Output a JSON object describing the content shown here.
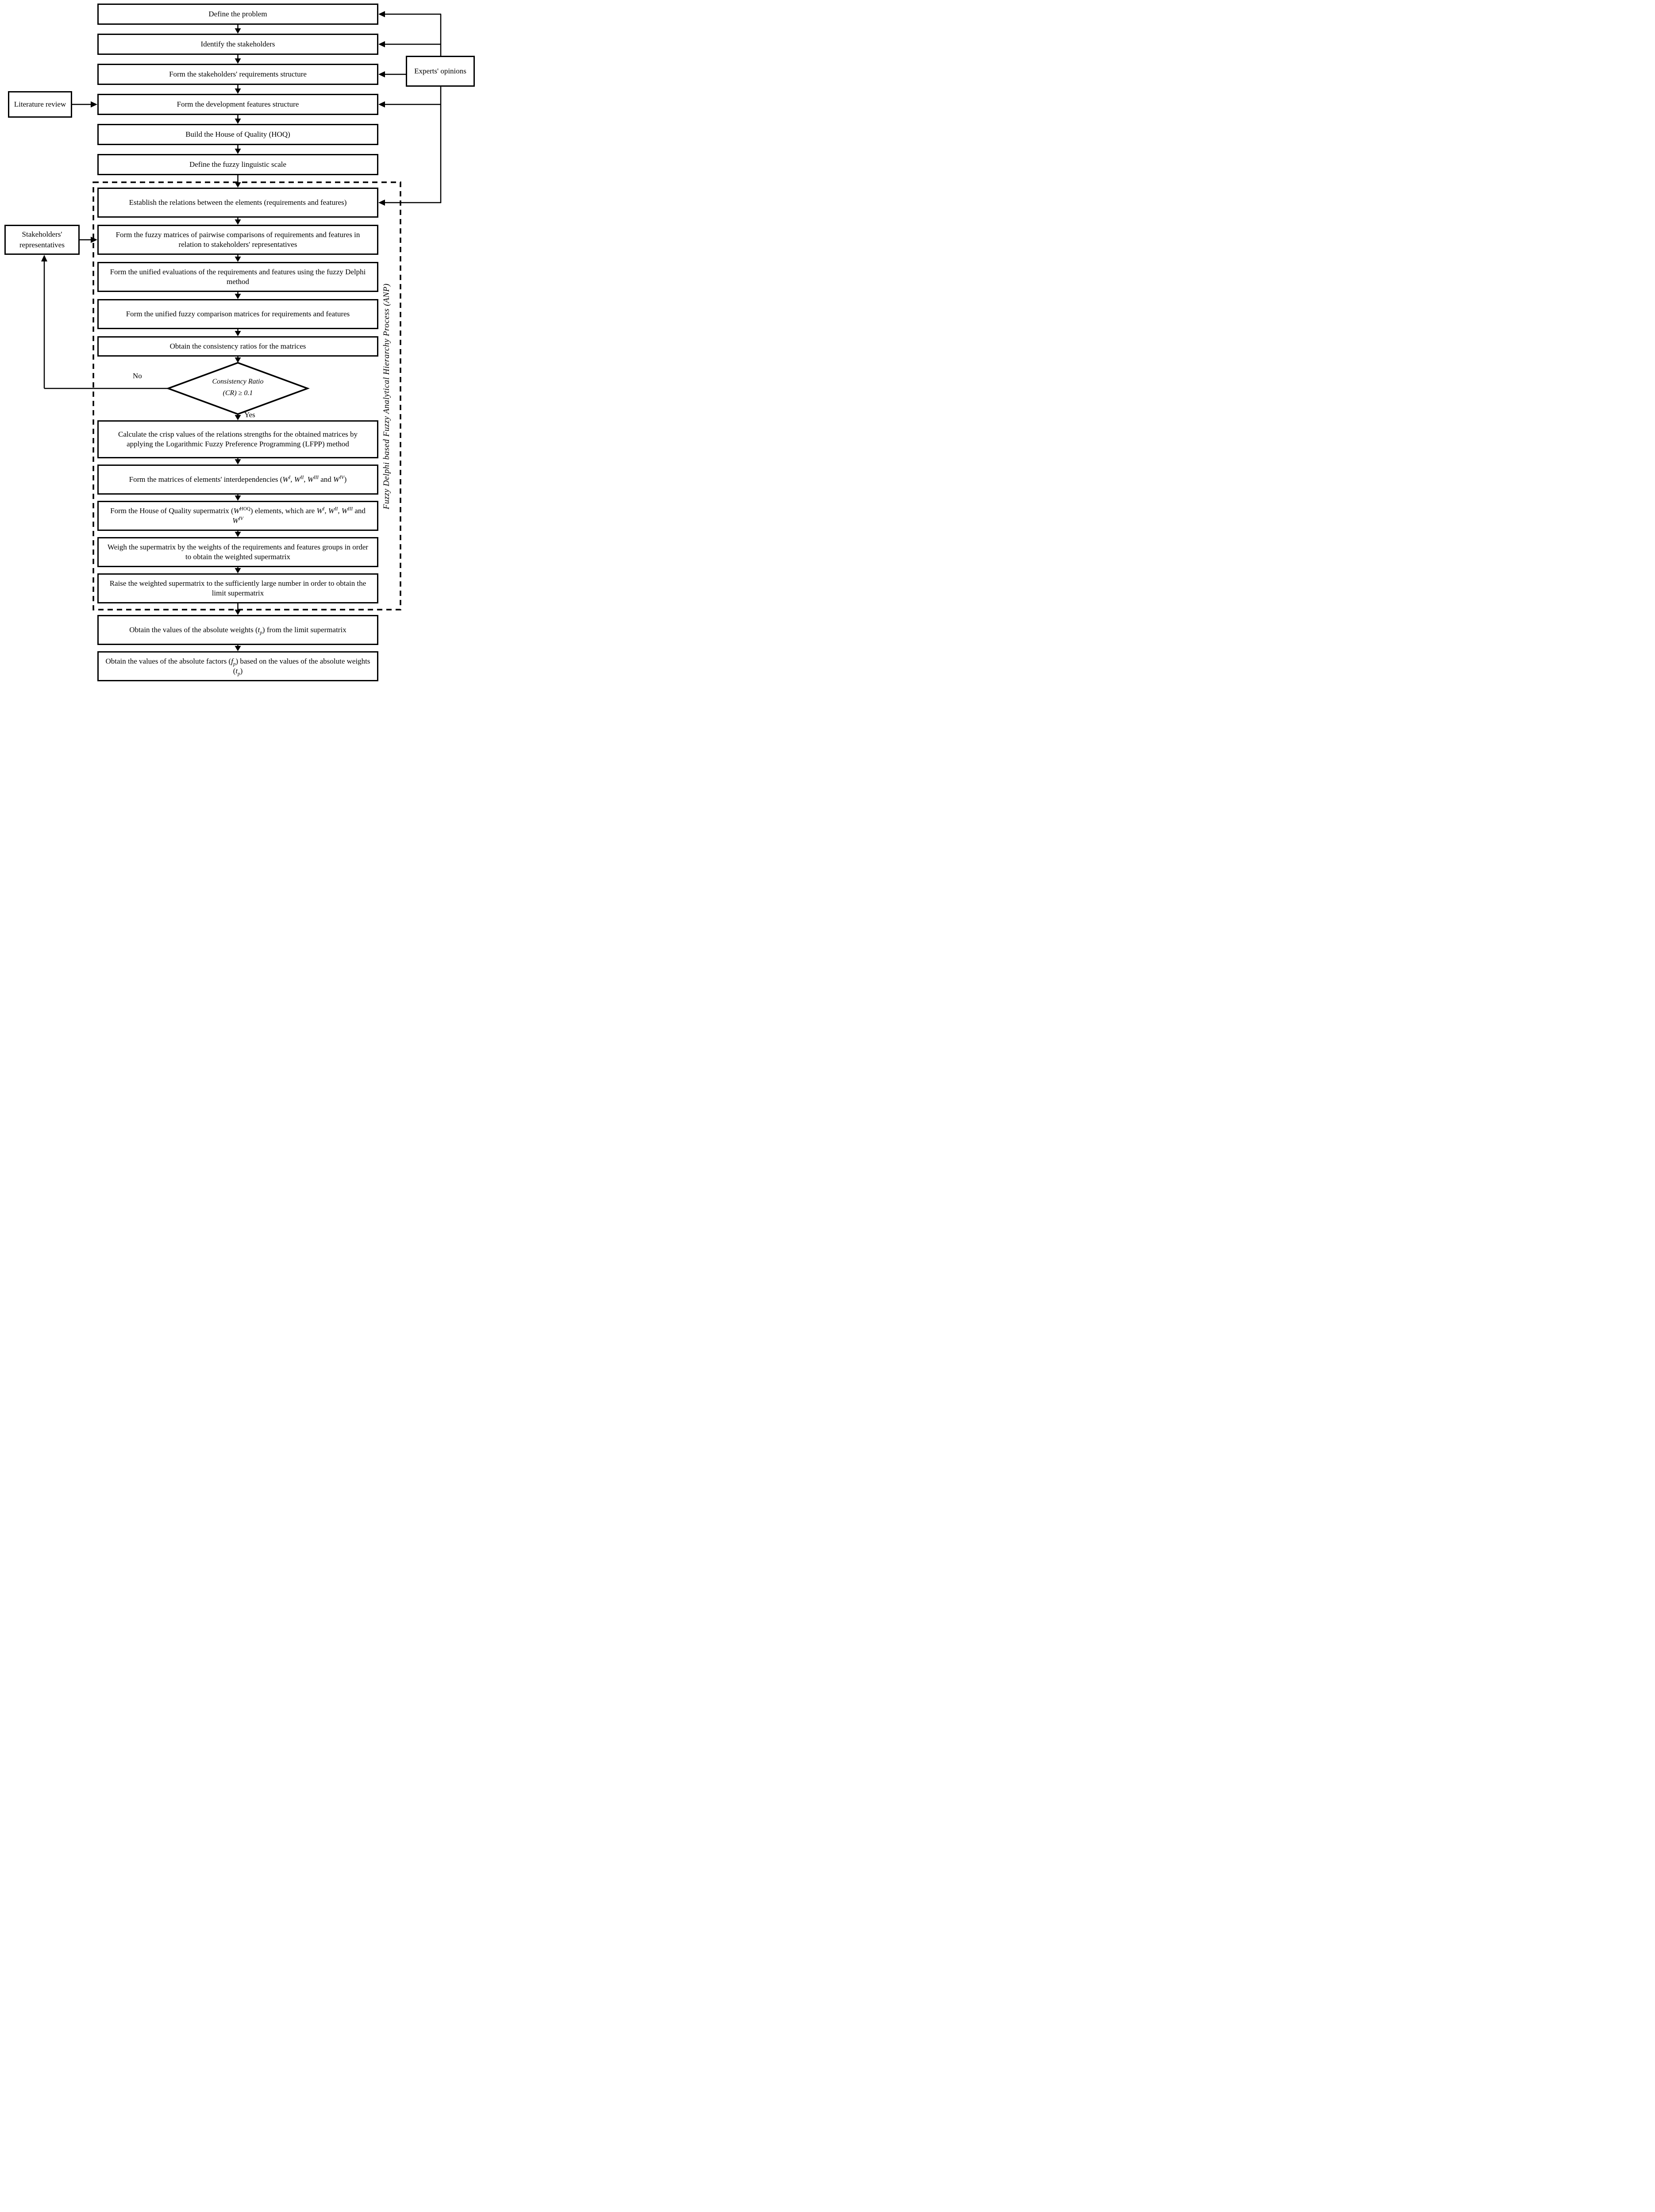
{
  "colors": {
    "line": "#000000",
    "background": "#ffffff",
    "text": "#000000"
  },
  "flowchart": {
    "frame_label": "Fuzzy Delphi based Fuzzy Analytical Hierarchy Process (ANP)",
    "side": {
      "literature_review": "Literature review",
      "stakeholders_representatives": "Stakeholders' representatives",
      "experts_opinions": "Experts' opinions"
    },
    "decision": {
      "line1": "Consistency Ratio",
      "line2": "(CR) ≥ 0.1"
    },
    "edge_labels": {
      "no": "No",
      "yes": "Yes"
    },
    "steps": [
      {
        "label": "Define the problem"
      },
      {
        "label": "Identify the stakeholders"
      },
      {
        "label": "Form the stakeholders' requirements structure"
      },
      {
        "label": "Form the development features structure"
      },
      {
        "label": "Build the House of Quality (HOQ)"
      },
      {
        "label": "Define the fuzzy linguistic scale"
      },
      {
        "label": "Establish the relations between the elements (requirements and features)"
      },
      {
        "label": "Form the fuzzy matrices of pairwise comparisons of requirements and features in relation to stakeholders' representatives"
      },
      {
        "label": "Form the unified evaluations of the requirements and features using the fuzzy Delphi method"
      },
      {
        "label": "Form the unified fuzzy comparison matrices for requirements and features"
      },
      {
        "label": "Obtain the consistency ratios for the matrices"
      },
      {
        "label": "Calculate the crisp values of the relations strengths for the obtained matrices by applying the Logarithmic Fuzzy Preference Programming (LFPP) method"
      },
      {
        "rich": [
          {
            "t": "Form the matrices of elements' interdependencies ("
          },
          {
            "t": "W",
            "s": "i"
          },
          {
            "t": "I",
            "s": "sup"
          },
          {
            "t": ", "
          },
          {
            "t": "W",
            "s": "i"
          },
          {
            "t": "II",
            "s": "sup"
          },
          {
            "t": ", "
          },
          {
            "t": "W",
            "s": "i"
          },
          {
            "t": "III",
            "s": "sup"
          },
          {
            "t": " and "
          },
          {
            "t": "W",
            "s": "i"
          },
          {
            "t": "IV",
            "s": "sup"
          },
          {
            "t": ")"
          }
        ]
      },
      {
        "rich": [
          {
            "t": "Form the House of Quality supermatrix ("
          },
          {
            "t": "W",
            "s": "i"
          },
          {
            "t": "HOQ",
            "s": "supR"
          },
          {
            "t": ") elements, which are "
          },
          {
            "t": "W",
            "s": "i"
          },
          {
            "t": "I",
            "s": "sup"
          },
          {
            "t": ", "
          },
          {
            "t": "W",
            "s": "i"
          },
          {
            "t": "II",
            "s": "sup"
          },
          {
            "t": ", "
          },
          {
            "t": "W",
            "s": "i"
          },
          {
            "t": "III",
            "s": "sup"
          },
          {
            "t": " and "
          },
          {
            "t": "W",
            "s": "i"
          },
          {
            "t": "IV",
            "s": "sup"
          }
        ]
      },
      {
        "label": "Weigh the supermatrix by the weights of the requirements and features groups in order to obtain the weighted supermatrix"
      },
      {
        "label": "Raise the weighted supermatrix to the sufficiently large number in order to obtain the limit supermatrix"
      },
      {
        "rich": [
          {
            "t": "Obtain the values of the absolute weights ("
          },
          {
            "t": "t",
            "s": "i"
          },
          {
            "t": "p",
            "s": "sub"
          },
          {
            "t": ") from the limit supermatrix"
          }
        ]
      },
      {
        "rich": [
          {
            "t": "Obtain the values of the absolute factors ("
          },
          {
            "t": "f",
            "s": "i"
          },
          {
            "t": "p",
            "s": "sub"
          },
          {
            "t": ") based on the values of the absolute weights ("
          },
          {
            "t": "t",
            "s": "i"
          },
          {
            "t": "p",
            "s": "sub"
          },
          {
            "t": ")"
          }
        ]
      }
    ]
  }
}
